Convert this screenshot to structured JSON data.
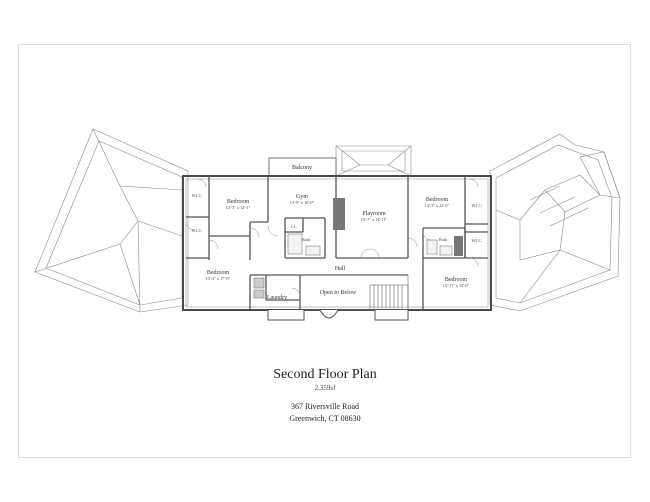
{
  "plan": {
    "title": "Second Floor Plan",
    "area": "2,359sf",
    "address_line1": "367 Riversville Road",
    "address_line2": "Greenwich, CT 08630",
    "rooms": [
      {
        "id": "balcony",
        "label": "Balcony",
        "dim": ""
      },
      {
        "id": "gym",
        "label": "Gym",
        "dim": "13'-0\" x 10'-0\""
      },
      {
        "id": "playroom",
        "label": "Playroom",
        "dim": "19'-7\" x 14'-11\""
      },
      {
        "id": "bedroom-nw",
        "label": "Bedroom",
        "dim": "14'-3\" x 14'-1\""
      },
      {
        "id": "bedroom-ne",
        "label": "Bedroom",
        "dim": "14'-3\" x 12'-0\""
      },
      {
        "id": "bedroom-sw",
        "label": "Bedroom",
        "dim": "15'-4\" x 17'-0\""
      },
      {
        "id": "bedroom-se",
        "label": "Bedroom",
        "dim": "13'-11\" x 12'-0\""
      },
      {
        "id": "wic-1",
        "label": "W.I.C.",
        "dim": ""
      },
      {
        "id": "wic-2",
        "label": "W.I.C.",
        "dim": ""
      },
      {
        "id": "wic-3",
        "label": "W.I.C.",
        "dim": ""
      },
      {
        "id": "wic-4",
        "label": "W.I.C.",
        "dim": ""
      },
      {
        "id": "closet",
        "label": "CL.",
        "dim": ""
      },
      {
        "id": "bath-1",
        "label": "Bath",
        "dim": ""
      },
      {
        "id": "bath-2",
        "label": "Bath",
        "dim": ""
      },
      {
        "id": "hall",
        "label": "Hall",
        "dim": ""
      },
      {
        "id": "open-below",
        "label": "Open to Below",
        "dim": ""
      },
      {
        "id": "laundry",
        "label": "Laundry",
        "dim": ""
      }
    ]
  }
}
